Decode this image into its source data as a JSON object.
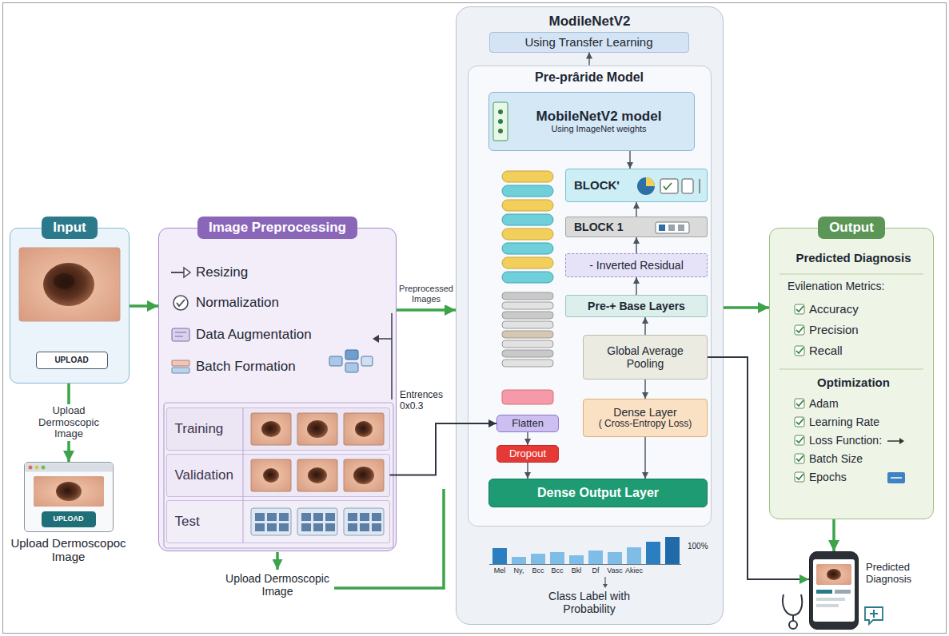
{
  "diagram": {
    "nodes": [
      {
        "text": [
          "Input"
        ]
      },
      {
        "text": [
          "UPLOAD"
        ],
        "in": 0
      },
      {
        "text": [
          "Upload Dermoscopoc Image"
        ]
      },
      {
        "text": [
          "UPLOAD"
        ],
        "in": 2
      },
      {
        "text": [
          "Image Preprocessing"
        ]
      },
      {
        "text": [
          "Training"
        ],
        "in": 4
      },
      {
        "text": [
          "Validation"
        ],
        "in": 4
      },
      {
        "text": [
          "Test"
        ],
        "in": 4
      },
      {
        "text": [
          "ModileNetV2"
        ]
      },
      {
        "text": [
          "Using Transfer Learning"
        ],
        "in": 8
      },
      {
        "text": [
          "Pre-prâride Model"
        ],
        "in": 8
      },
      {
        "text": [
          "MobileNetV2 model",
          "Using ImageNet weights"
        ],
        "in": 10
      },
      {
        "text": [
          "BLOCK'"
        ],
        "in": 10
      },
      {
        "text": [
          "BLOCK 1"
        ],
        "in": 10
      },
      {
        "text": [
          "- Inverted Residual"
        ],
        "in": 10
      },
      {
        "text": [
          "Pre-+ Base Layers"
        ],
        "in": 10
      },
      {
        "text": [
          "Global Average Pooling"
        ],
        "in": 10
      },
      {
        "text": [
          "Flatten"
        ],
        "in": 10
      },
      {
        "text": [
          "Dropout"
        ],
        "in": 10
      },
      {
        "text": [
          "Dense Layer",
          "( Cross-Entropy Loss)"
        ],
        "in": 10
      },
      {
        "text": [
          "Dense Output Layer"
        ],
        "in": 10
      },
      {
        "text": [
          "Output"
        ]
      },
      {
        "text": [
          "Predicted Diagnosis"
        ]
      }
    ],
    "edges": [
      {
        "from": 0,
        "to": 4,
        "arrow": "to"
      },
      {
        "from": 0,
        "to": 2,
        "label": "Upload Dermoscopic Image",
        "arrow": "to"
      },
      {
        "from": 4,
        "to": 8,
        "label": "Preprocessed Images",
        "arrow": "to"
      },
      {
        "from": 8,
        "to": 21,
        "arrow": "to"
      },
      {
        "from": 21,
        "to": 22,
        "arrow": "to"
      },
      {
        "from": 10,
        "to": 9,
        "arrow": "to"
      },
      {
        "from": 11,
        "to": 12,
        "arrow": "to"
      },
      {
        "from": 13,
        "to": 12,
        "arrow": "to"
      },
      {
        "from": 14,
        "to": 13,
        "arrow": "to"
      },
      {
        "from": 15,
        "to": 14,
        "arrow": "to"
      },
      {
        "from": 16,
        "to": 15,
        "arrow": "to"
      },
      {
        "from": 16,
        "to": 19,
        "arrow": "to"
      },
      {
        "from": 17,
        "to": 18,
        "arrow": "to"
      },
      {
        "from": 18,
        "to": 20,
        "arrow": "to"
      },
      {
        "from": 19,
        "to": 20,
        "arrow": "to"
      },
      {
        "from": 6,
        "to": 17,
        "arrow": "to"
      },
      {
        "from": 16,
        "to": 22,
        "arrow": "to"
      }
    ],
    "labels": [
      "Resizing",
      "Normalization",
      "Data Augmentation",
      "Batch Formation",
      "Upload Dermoscopic Image",
      "Entrences 0x0.3",
      "Mel",
      "Ny,",
      "Bcc",
      "Bcc",
      "Bkl",
      "Df",
      "Vasc",
      "Akiec",
      "100%",
      "Class Label with Probability",
      "Predicted Diagnosis",
      "Evilenation Metrics:",
      "Accuracy",
      "Precision",
      "Recall",
      "Optimization",
      "Adam",
      "Learning Rate",
      "Loss Function:",
      "Batch Size",
      "Epochs"
    ]
  }
}
